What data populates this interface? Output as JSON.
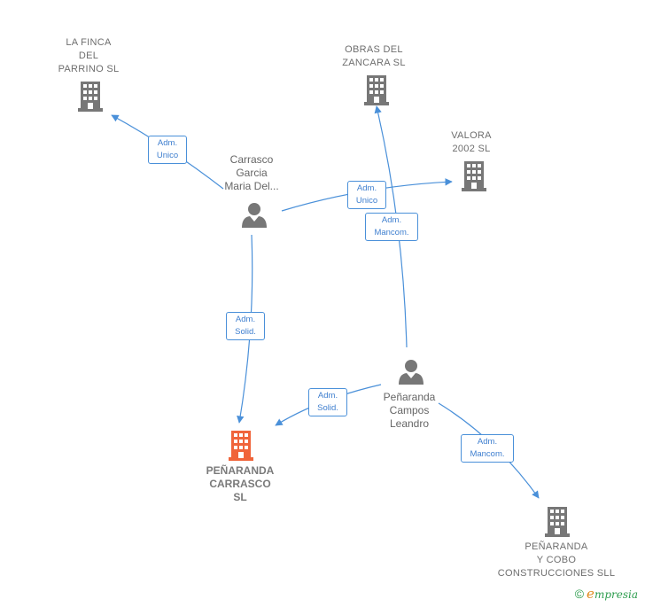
{
  "nodes": {
    "la_finca": {
      "label_lines": [
        "LA FINCA",
        "DEL",
        "PARRINO  SL"
      ],
      "icon": "building-icon"
    },
    "obras": {
      "label_lines": [
        "OBRAS DEL",
        "ZANCARA SL"
      ],
      "icon": "building-icon"
    },
    "valora": {
      "label_lines": [
        "VALORA",
        "2002 SL"
      ],
      "icon": "building-icon"
    },
    "carrasco": {
      "label_lines": [
        "Carrasco",
        "Garcia",
        "Maria Del..."
      ],
      "icon": "person-icon"
    },
    "penaranda_leandro": {
      "label_lines": [
        "Peñaranda",
        "Campos",
        "Leandro"
      ],
      "icon": "person-icon"
    },
    "penaranda_carrasco": {
      "label_lines": [
        "PEÑARANDA",
        "CARRASCO",
        "SL"
      ],
      "icon": "building-icon-highlight"
    },
    "penaranda_cobo": {
      "label_lines": [
        "PEÑARANDA",
        "Y COBO",
        "CONSTRUCCIONES SLL"
      ],
      "icon": "building-icon"
    }
  },
  "edges": [
    {
      "from": "carrasco",
      "to": "la_finca",
      "label_lines": [
        "Adm.",
        "Unico"
      ]
    },
    {
      "from": "carrasco",
      "to": "valora",
      "label_lines": [
        "Adm.",
        "Unico"
      ]
    },
    {
      "from": "carrasco",
      "to": "penaranda_carrasco",
      "label_lines": [
        "Adm.",
        "Solid."
      ]
    },
    {
      "from": "penaranda_leandro",
      "to": "obras",
      "label_lines": [
        "Adm.",
        "Mancom."
      ]
    },
    {
      "from": "penaranda_leandro",
      "to": "penaranda_carrasco",
      "label_lines": [
        "Adm.",
        "Solid."
      ]
    },
    {
      "from": "penaranda_leandro",
      "to": "penaranda_cobo",
      "label_lines": [
        "Adm.",
        "Mancom."
      ]
    }
  ],
  "colors": {
    "edge": "#4a90d9",
    "icon": "#777777",
    "highlight": "#f0643a",
    "badge_text": "#3f7fcf"
  },
  "brand": {
    "copyright": "©",
    "initial": "e",
    "rest": "mpresia"
  }
}
